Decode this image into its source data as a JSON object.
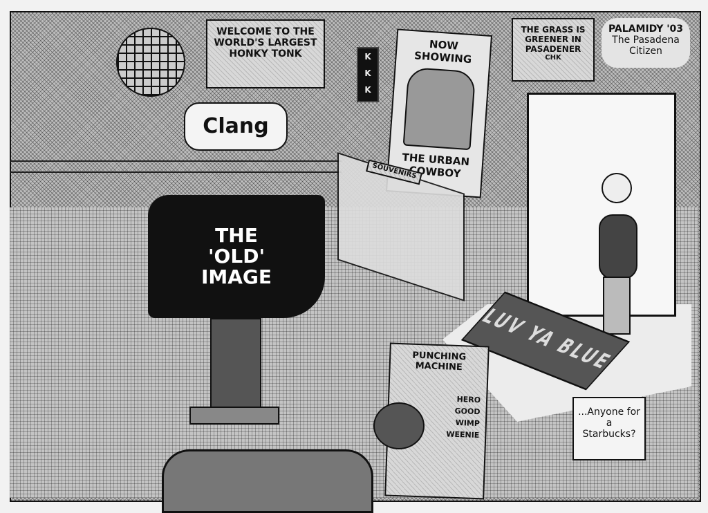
{
  "signs": {
    "honky_tonk": "WELCOME TO THE WORLD'S LARGEST HONKY TONK",
    "grass": "THE GRASS IS GREENER IN PASADENER",
    "grass_sig": "CHK",
    "poster_top": "NOW SHOWING",
    "poster_bottom": "THE URBAN COWBOY",
    "souvenirs": "SOUVENIRS",
    "kkk": [
      "K",
      "K",
      "K"
    ],
    "punching_title": "PUNCHING MACHINE",
    "punching_levels": [
      "HERO",
      "GOOD",
      "WIMP",
      "WEENIE"
    ],
    "mat": "LUV YA BLUE"
  },
  "signature": {
    "artist": "PALAMIDY '03",
    "publication": "The Pasadena Citizen"
  },
  "speech": {
    "clang": "Clang",
    "starbucks": "...Anyone for a Starbucks?"
  },
  "tv": {
    "line1": "THE",
    "line2": "'OLD'",
    "line3": "IMAGE"
  }
}
